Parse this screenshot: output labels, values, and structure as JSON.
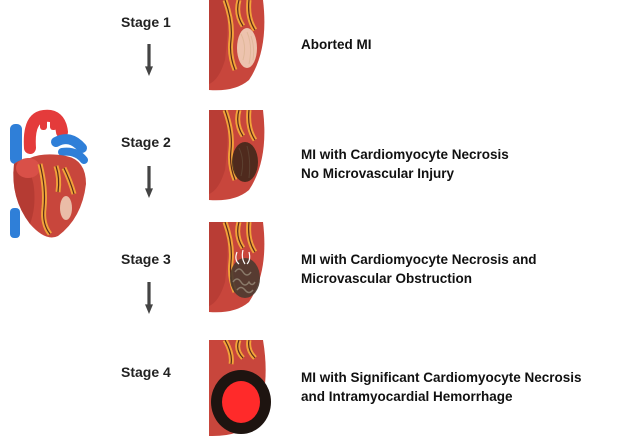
{
  "stages": [
    {
      "label": "Stage 1",
      "lines": [
        "Aborted MI"
      ],
      "severity": "aborted"
    },
    {
      "label": "Stage 2",
      "lines": [
        "MI with Cardiomyocyte Necrosis",
        "No Microvascular Injury"
      ],
      "severity": "necrosis"
    },
    {
      "label": "Stage 3",
      "lines": [
        "MI with Cardiomyocyte Necrosis and",
        "Microvascular Obstruction"
      ],
      "severity": "obstruction"
    },
    {
      "label": "Stage 4",
      "lines": [
        "MI with Significant Cardiomyocyte Necrosis",
        "and Intramyocardial Hemorrhage"
      ],
      "severity": "hemorrhage"
    }
  ],
  "colors": {
    "myocardium": "#c8463c",
    "myocardium_dark": "#a9342d",
    "fat": "#f2a33a",
    "vessel": "#5a2a1a",
    "arrow": "#444444",
    "hemorrhage": "#ff2a2a",
    "necrosis": "#3a2618",
    "heart_blue": "#2f7fd8",
    "heart_red": "#e43b3b"
  }
}
